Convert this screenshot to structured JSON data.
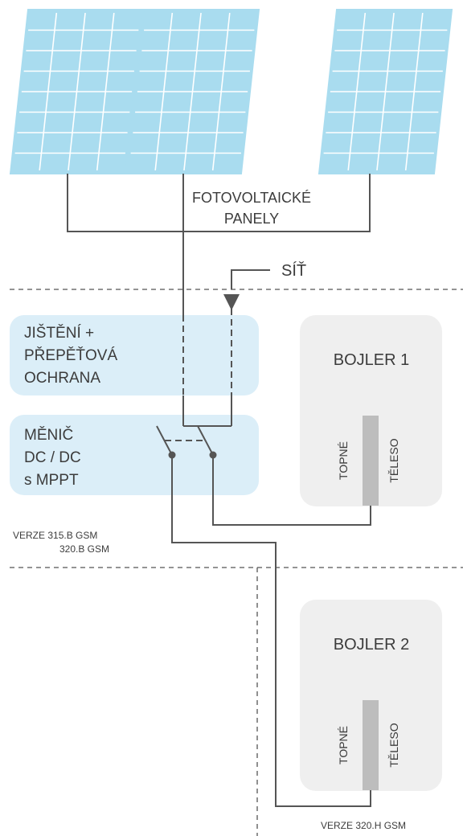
{
  "panels_label": {
    "line1": "FOTOVOLTAICKÉ",
    "line2": "PANELY"
  },
  "grid_label": "SÍŤ",
  "protection_box": {
    "line1": "JIŠTĚNÍ +",
    "line2": "PŘEPĚŤOVÁ",
    "line3": "OCHRANA"
  },
  "converter_box": {
    "line1": "MĚNIČ",
    "line2": "DC / DC",
    "line3": "s MPPT"
  },
  "boiler1": {
    "title": "BOJLER 1",
    "element_left": "TOPNÉ",
    "element_right": "TĚLESO"
  },
  "boiler2": {
    "title": "BOJLER 2",
    "element_left": "TOPNÉ",
    "element_right": "TĚLESO"
  },
  "version_left": {
    "line1": "VERZE  315.B GSM",
    "line2": "320.B GSM"
  },
  "version_bottom": "VERZE  320.H GSM",
  "colors": {
    "panel_fill": "#a9dcef",
    "panel_grid": "#ffffff",
    "blue_box": "#dbeef8",
    "gray_box": "#efefef",
    "heating_element": "#bdbdbd",
    "wire": "#555555"
  }
}
